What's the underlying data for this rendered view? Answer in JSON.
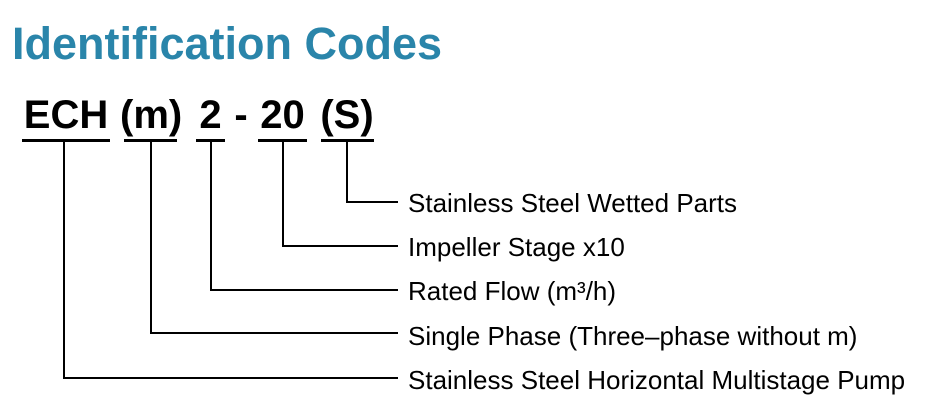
{
  "title": "Identification Codes",
  "code": {
    "full_code": "ECH (m) 2 - 20 (S)",
    "separator": "-",
    "segments": [
      {
        "text": "ECH",
        "meaning": "Stainless Steel Horizontal Multistage Pump"
      },
      {
        "text": "(m)",
        "meaning": "Single Phase (Three–phase without m)"
      },
      {
        "text": "2",
        "meaning": "Rated Flow (m³/h)"
      },
      {
        "text": "20",
        "meaning": "Impeller Stage x10"
      },
      {
        "text": "(S)",
        "meaning": "Stainless Steel Wetted Parts"
      }
    ]
  },
  "colors": {
    "title": "#2A85AA",
    "text": "#000000",
    "line": "#000000"
  }
}
